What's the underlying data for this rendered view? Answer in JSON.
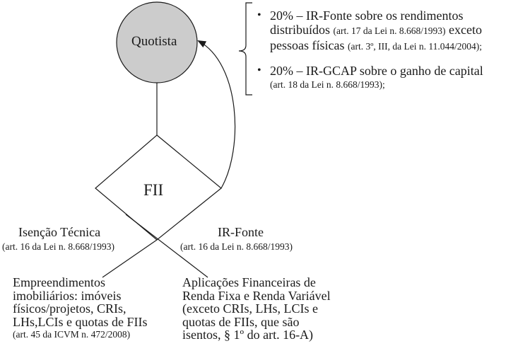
{
  "nodes": {
    "quotista": "Quotista",
    "fii": "FII"
  },
  "edges": {
    "left": {
      "label": "Isenção Técnica",
      "ref": "(art. 16 da Lei n. 8.668/1993)"
    },
    "right": {
      "label": "IR-Fonte",
      "ref": "(art. 16 da Lei n. 8.668/1993)"
    }
  },
  "bottom_left": {
    "lines": [
      "Empreendimentos",
      "imobiliários: imóveis",
      "físicos/projetos, CRIs,",
      "LHs,LCIs e quotas de FIIs"
    ],
    "ref": "(art. 45 da ICVM n. 472/2008)"
  },
  "bottom_right": {
    "lines": [
      "Aplicações Financeiras de",
      "Renda Fixa e Renda Variável",
      "(exceto CRIs, LHs, LCIs e",
      "quotas de FIIs, que são",
      "isentos, § 1º do art. 16-A)"
    ]
  },
  "taxes": {
    "item1": {
      "line1": "20% – IR-Fonte sobre os rendimentos",
      "line2_text": "distribuídos",
      "line2_ref": "(art. 17 da Lei n. 8.668/1993)",
      "line2_tail": "exceto",
      "line3_text": "pessoas físicas",
      "line3_ref": "(art. 3º, III, da Lei n. 11.044/2004);"
    },
    "item2": {
      "line1": "20% – IR-GCAP sobre o ganho de capital",
      "line2_ref": "(art. 18 da Lei n. 8.668/1993);"
    }
  }
}
